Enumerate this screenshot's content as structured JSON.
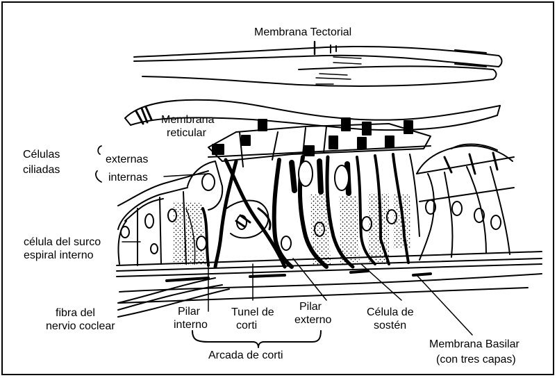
{
  "labels": {
    "membrana_tectorial": "Membrana Tectorial",
    "membrana_reticular_1": "Membrana",
    "membrana_reticular_2": "reticular",
    "celulas_ciliadas_1": "Células",
    "celulas_ciliadas_2": "ciliadas",
    "externas": "externas",
    "internas": "internas",
    "surco_1": "célula del surco",
    "surco_2": "espiral interno",
    "fibra_1": "fibra del",
    "fibra_2": "nervio coclear",
    "pilar_interno_1": "Pilar",
    "pilar_interno_2": "interno",
    "tunel_1": "Tunel de",
    "tunel_2": "corti",
    "pilar_externo_1": "Pilar",
    "pilar_externo_2": "externo",
    "sosten_1": "Célula de",
    "sosten_2": "sostén",
    "basilar_1": "Membrana Basilar",
    "basilar_2": "(con tres capas)",
    "arcada": "Arcada de corti"
  },
  "colors": {
    "ink": "#000000",
    "paper": "#ffffff"
  }
}
